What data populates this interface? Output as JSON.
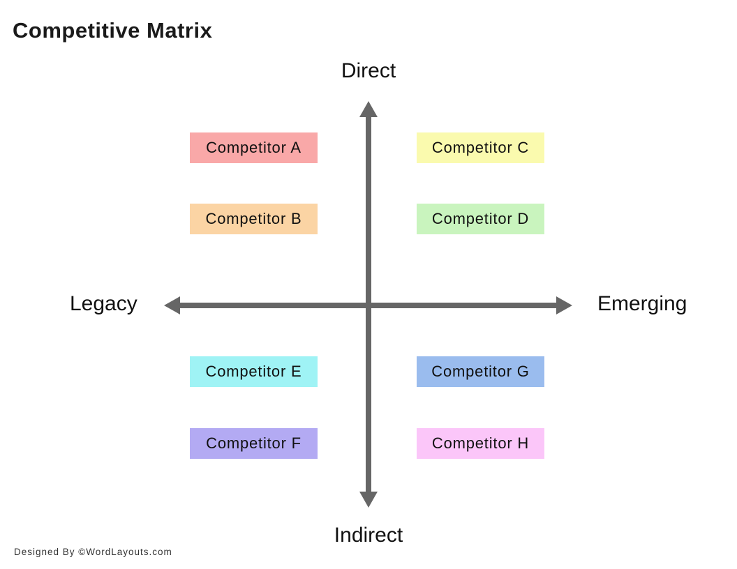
{
  "title": "Competitive Matrix",
  "axes": {
    "top_label": "Direct",
    "bottom_label": "Indirect",
    "left_label": "Legacy",
    "right_label": "Emerging",
    "line_color": "#666666"
  },
  "competitors": [
    {
      "id": "A",
      "label": "Competitor A",
      "color": "#F9A8A8",
      "quadrant": "top-left"
    },
    {
      "id": "B",
      "label": "Competitor B",
      "color": "#FBD4A4",
      "quadrant": "top-left"
    },
    {
      "id": "C",
      "label": "Competitor C",
      "color": "#FAFAAE",
      "quadrant": "top-right"
    },
    {
      "id": "D",
      "label": "Competitor D",
      "color": "#C9F4BE",
      "quadrant": "top-right"
    },
    {
      "id": "E",
      "label": "Competitor E",
      "color": "#9FF3F5",
      "quadrant": "bottom-left"
    },
    {
      "id": "F",
      "label": "Competitor F",
      "color": "#B3AAF3",
      "quadrant": "bottom-left"
    },
    {
      "id": "G",
      "label": "Competitor G",
      "color": "#9ABCEE",
      "quadrant": "bottom-right"
    },
    {
      "id": "H",
      "label": "Competitor H",
      "color": "#FBC6F9",
      "quadrant": "bottom-right"
    }
  ],
  "footer": {
    "credit": "Designed By ©WordLayouts.com"
  }
}
